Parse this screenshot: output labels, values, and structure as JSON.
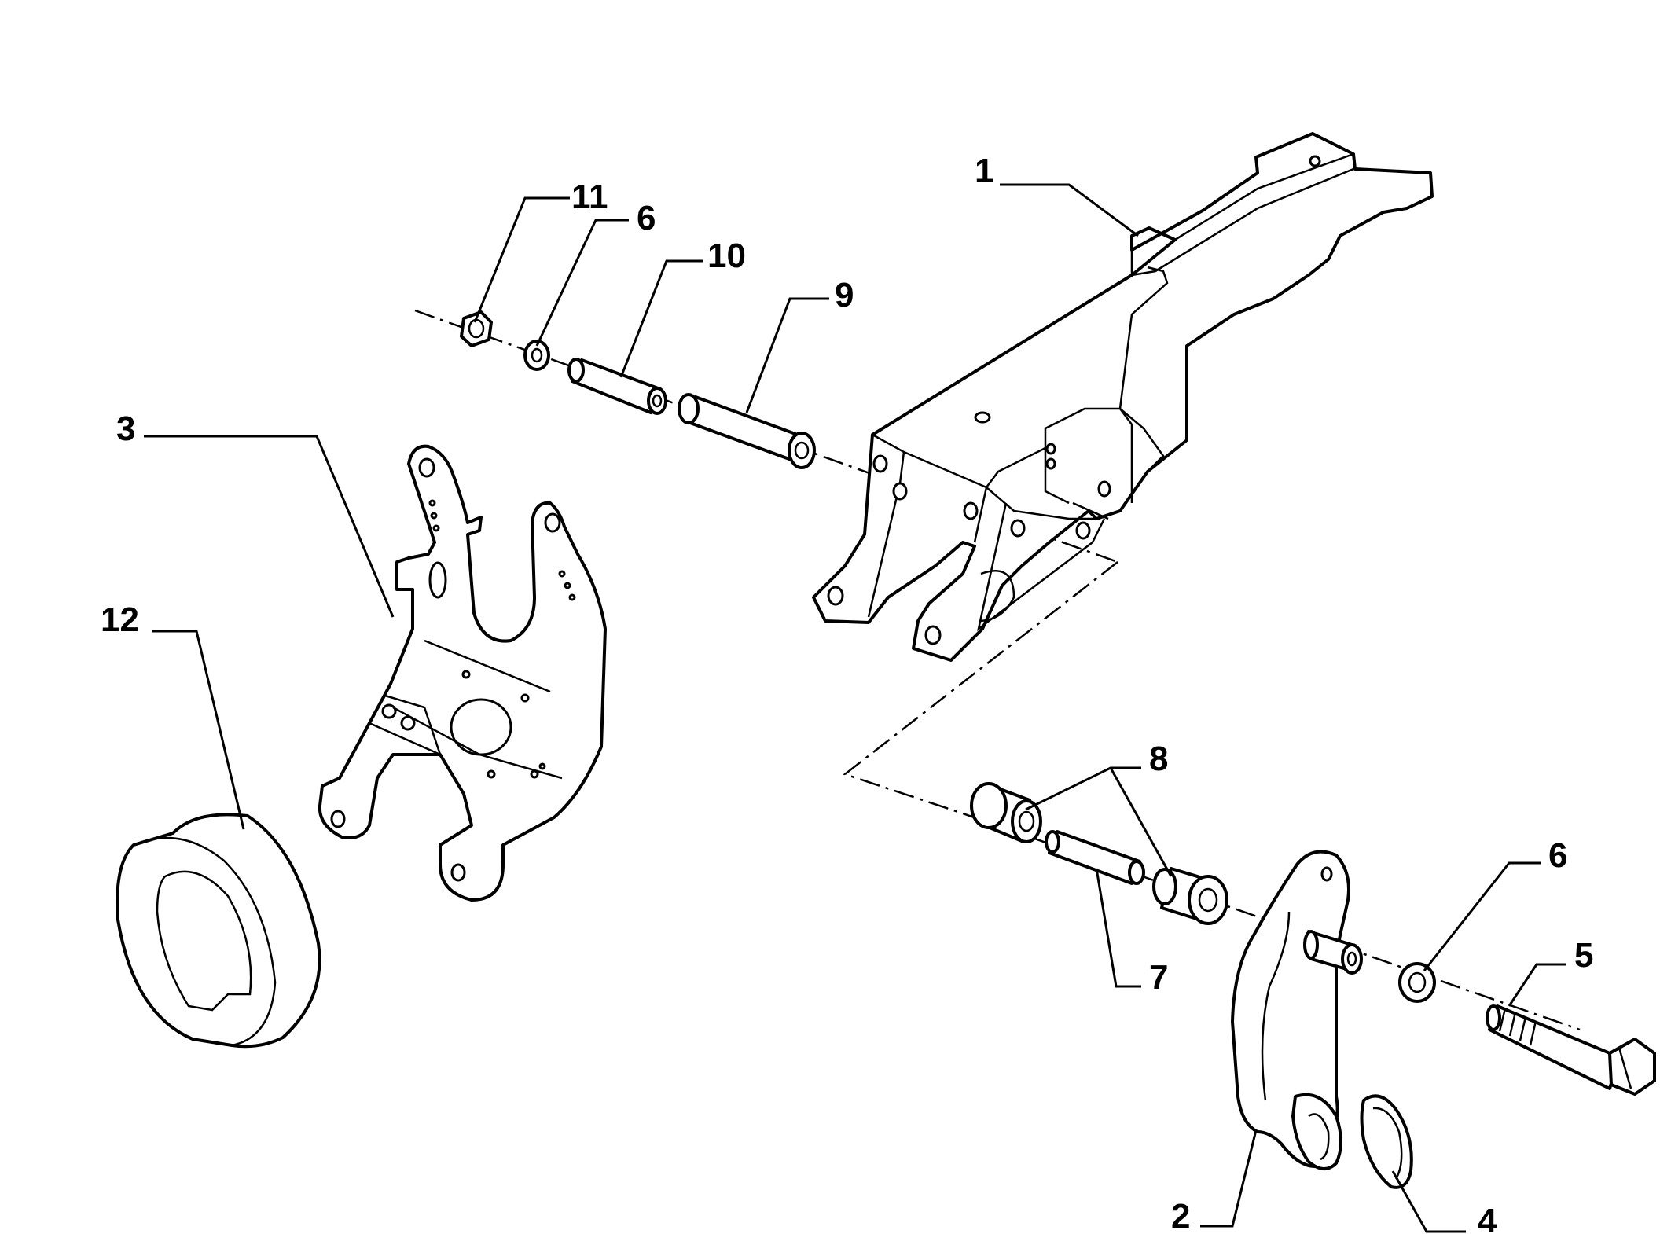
{
  "labels": {
    "p1": "1",
    "p2": "2",
    "p3": "3",
    "p4": "4",
    "p5": "5",
    "p6a": "6",
    "p6b": "6",
    "p7": "7",
    "p8": "8",
    "p9": "9",
    "p10": "10",
    "p11": "11",
    "p12": "12"
  }
}
